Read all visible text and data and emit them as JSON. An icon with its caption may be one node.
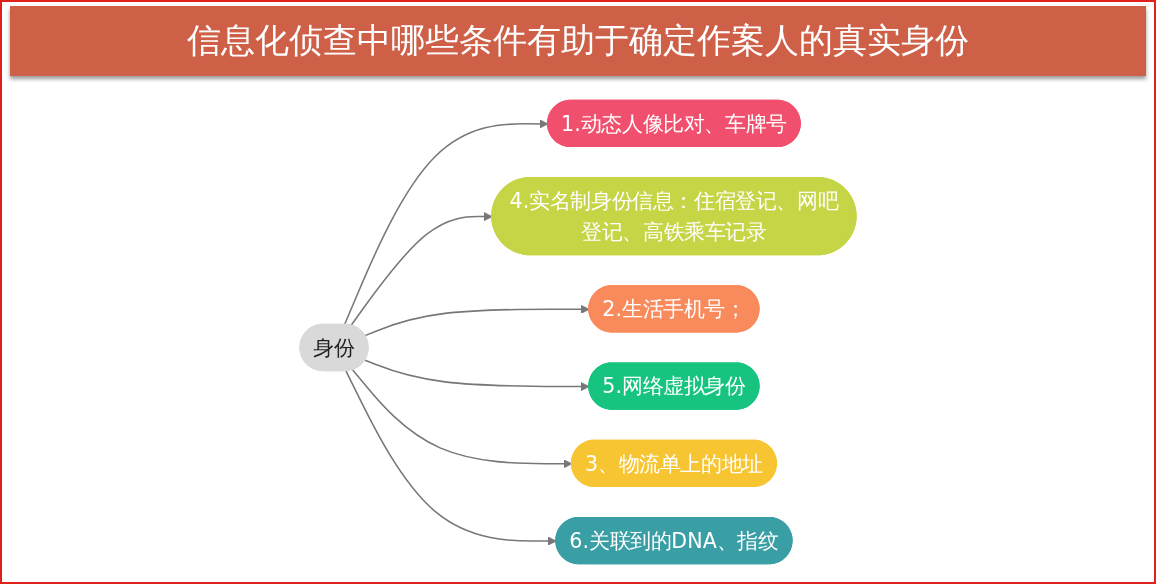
{
  "diagram": {
    "title": "信息化侦查中哪些条件有助于确定作案人的真实身份",
    "nodes": [
      {
        "text": [
          "1.动态人像比对、车牌号"
        ]
      },
      {
        "text": [
          "4.实名制身份信息：住宿登记、网吧登记、高铁乘车记录"
        ]
      },
      {
        "text": [
          "2.生活手机号；"
        ]
      },
      {
        "text": [
          "身份"
        ]
      },
      {
        "text": [
          "5.网络虚拟身份"
        ]
      },
      {
        "text": [
          "3、物流单上的地址"
        ]
      },
      {
        "text": [
          "6.关联到的DNA、指纹"
        ]
      }
    ],
    "edges": [
      {
        "from": 3,
        "to": 0,
        "arrow": "to"
      },
      {
        "from": 3,
        "to": 1,
        "arrow": "to"
      },
      {
        "from": 3,
        "to": 2,
        "arrow": "to"
      },
      {
        "from": 3,
        "to": 4,
        "arrow": "to"
      },
      {
        "from": 3,
        "to": 5,
        "arrow": "to"
      },
      {
        "from": 3,
        "to": 6,
        "arrow": "to"
      }
    ]
  }
}
